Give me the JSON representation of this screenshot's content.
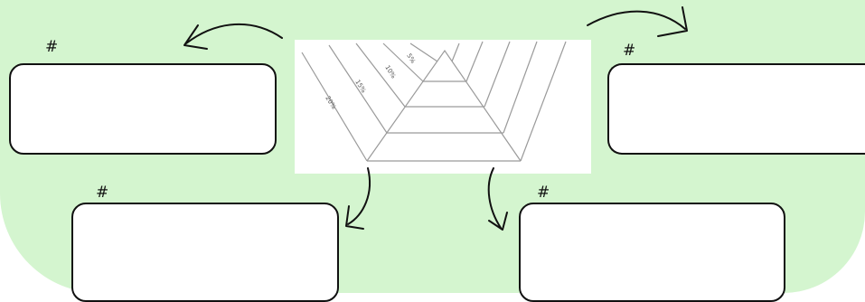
{
  "diagram": {
    "hash_labels": [
      "#",
      "#",
      "#",
      "#"
    ],
    "pyramid_labels": [
      "5%",
      "10%",
      "15%",
      "20%"
    ],
    "colors": {
      "background": "#d4f5cf",
      "box_border": "#111111",
      "line": "#9a9a9a"
    }
  }
}
